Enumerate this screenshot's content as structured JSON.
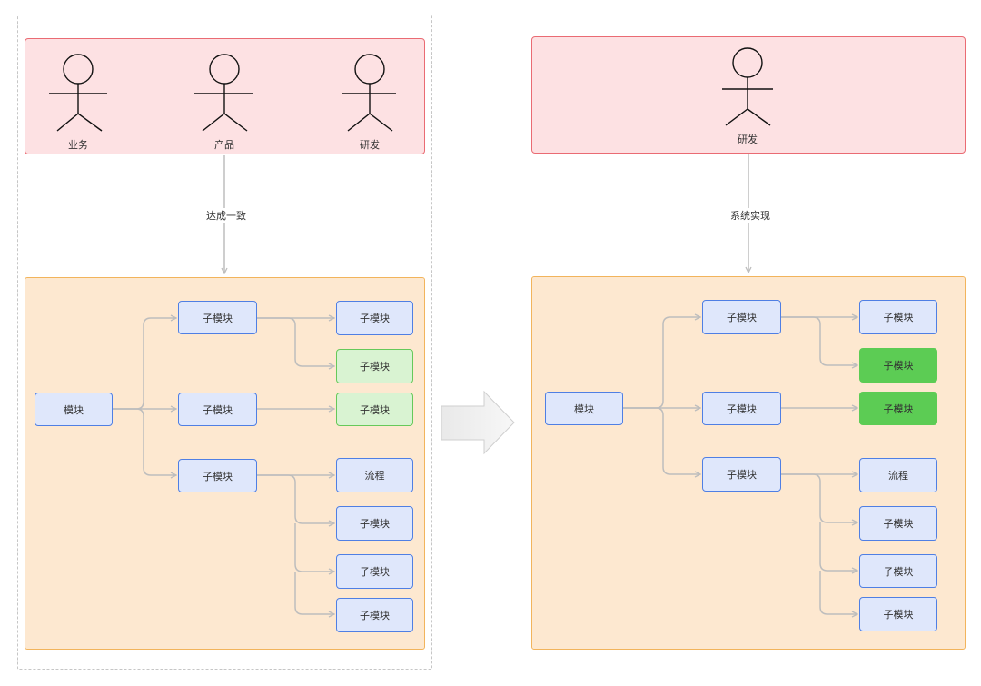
{
  "left": {
    "actors": [
      {
        "label": "业务"
      },
      {
        "label": "产品"
      },
      {
        "label": "研发"
      }
    ],
    "edge_label": "达成一致",
    "root": "模块",
    "submodules": [
      "子模块",
      "子模块",
      "子模块"
    ],
    "leaves": [
      "子模块",
      "子模块",
      "子模块",
      "流程",
      "子模块",
      "子模块",
      "子模块"
    ]
  },
  "right": {
    "actors": [
      {
        "label": "研发"
      }
    ],
    "edge_label": "系统实现",
    "root": "模块",
    "submodules": [
      "子模块",
      "子模块",
      "子模块"
    ],
    "leaves": [
      "子模块",
      "子模块",
      "子模块",
      "流程",
      "子模块",
      "子模块",
      "子模块"
    ]
  },
  "colors": {
    "actor_panel_fill": "#fde1e3",
    "actor_panel_border": "#ea6b73",
    "module_panel_fill": "#fde8d0",
    "module_panel_border": "#f2b45c",
    "node_fill": "#dfe7fb",
    "node_border": "#4f7fe4",
    "highlight_light_green": "#d9f3d2",
    "highlight_solid_green": "#5ccc54",
    "connector": "#bdbdbd"
  },
  "icons": {
    "actor": "stick-figure-icon",
    "transition": "right-arrow-icon"
  }
}
